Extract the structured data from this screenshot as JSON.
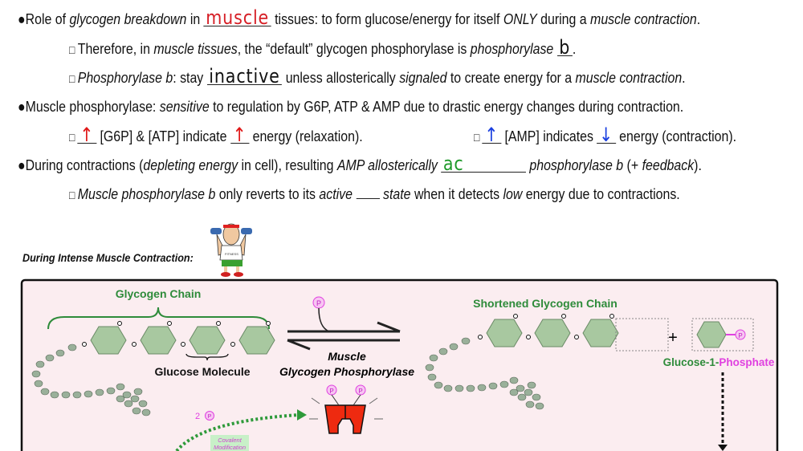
{
  "notes": {
    "lines": [
      {
        "bullet": "●",
        "segments": [
          {
            "t": "Role of "
          },
          {
            "t": "glycogen breakdown",
            "i": true
          },
          {
            "t": " in "
          },
          {
            "t": "muscle",
            "hw": "#d61f26"
          },
          {
            "t": " tissues: to form glucose/energy for itself "
          },
          {
            "t": "ONLY",
            "i": true
          },
          {
            "t": " during a "
          },
          {
            "t": "muscle contraction",
            "i": true
          },
          {
            "t": "."
          }
        ]
      },
      {
        "bullet": "□",
        "segments": [
          {
            "t": "Therefore, in "
          },
          {
            "t": "muscle tissues",
            "i": true
          },
          {
            "t": ", the “default” glycogen phosphorylase is "
          },
          {
            "t": "phosphorylase",
            "i": true
          },
          {
            "t": " "
          },
          {
            "t": "b",
            "hw": "#111"
          },
          {
            "t": "."
          }
        ]
      },
      {
        "bullet": "□",
        "segments": [
          {
            "t": "Phosphorylase b",
            "i": true
          },
          {
            "t": ": stay "
          },
          {
            "t": "inactive",
            "hw": "#111"
          },
          {
            "t": " unless allosterically "
          },
          {
            "t": "signaled",
            "i": true
          },
          {
            "t": " to create energy for a "
          },
          {
            "t": "muscle contraction",
            "i": true
          },
          {
            "t": "."
          }
        ]
      },
      {
        "bullet": "●",
        "segments": [
          {
            "t": "Muscle phosphorylase: "
          },
          {
            "t": "sensitive",
            "i": true
          },
          {
            "t": " to regulation by G6P, ATP & AMP due to drastic energy changes during contraction."
          }
        ]
      },
      {
        "bullet": "□",
        "segments": [
          {
            "t": "↑",
            "hw": "#e01818"
          },
          {
            "t": " [G6P] & [ATP] indicate "
          },
          {
            "t": "↑",
            "hw": "#e01818"
          },
          {
            "t": " energy (relaxation)."
          }
        ]
      },
      {
        "bullet": "□",
        "segments": [
          {
            "t": "↑",
            "hw": "#1a3fe0"
          },
          {
            "t": " [AMP] indicates "
          },
          {
            "t": "↓",
            "hw": "#1a3fe0"
          },
          {
            "t": " energy (contraction)."
          }
        ]
      },
      {
        "bullet": "●",
        "segments": [
          {
            "t": "During contractions ("
          },
          {
            "t": "depleting energy",
            "i": true
          },
          {
            "t": " in cell), resulting "
          },
          {
            "t": "AMP allosterically",
            "i": true
          },
          {
            "t": " "
          },
          {
            "t": "ac",
            "hw": "#1f9a2a",
            "wide": true
          },
          {
            "t": " "
          },
          {
            "t": "phosphorylase b",
            "i": true
          },
          {
            "t": " (+ "
          },
          {
            "t": "feedback",
            "i": true
          },
          {
            "t": ")."
          }
        ]
      },
      {
        "bullet": "□",
        "segments": [
          {
            "t": "Muscle phosphorylase b",
            "i": true
          },
          {
            "t": " only reverts to its "
          },
          {
            "t": "active",
            "i": true
          },
          {
            "t": " "
          },
          {
            "t": "",
            "blank": true
          },
          {
            "t": " "
          },
          {
            "t": "state",
            "i": true
          },
          {
            "t": " when it detects "
          },
          {
            "t": "low",
            "i": true
          },
          {
            "t": " energy due to contractions."
          }
        ]
      }
    ]
  },
  "caption": "During Intense Muscle Contraction:",
  "cartoon_shirt_text": "FITNESS",
  "diagram": {
    "glycogen_chain": "Glycogen Chain",
    "glucose_molecule": "Glucose Molecule",
    "phosphate": "P",
    "enzyme_line1": "Muscle",
    "enzyme_line2": "Glycogen Phosphorylase",
    "shortened_chain": "Shortened Glycogen Chain",
    "plus": "+",
    "g1p_prefix": "Glucose-1-",
    "g1p_suffix": "Phosphate",
    "two_p": "2",
    "covalent1": "Covalent",
    "covalent2": "Modification",
    "colors": {
      "green": "#2e8b3a",
      "pink": "#e040e0",
      "bg": "#fbedf0",
      "enzyme": "#ee2a10"
    }
  }
}
